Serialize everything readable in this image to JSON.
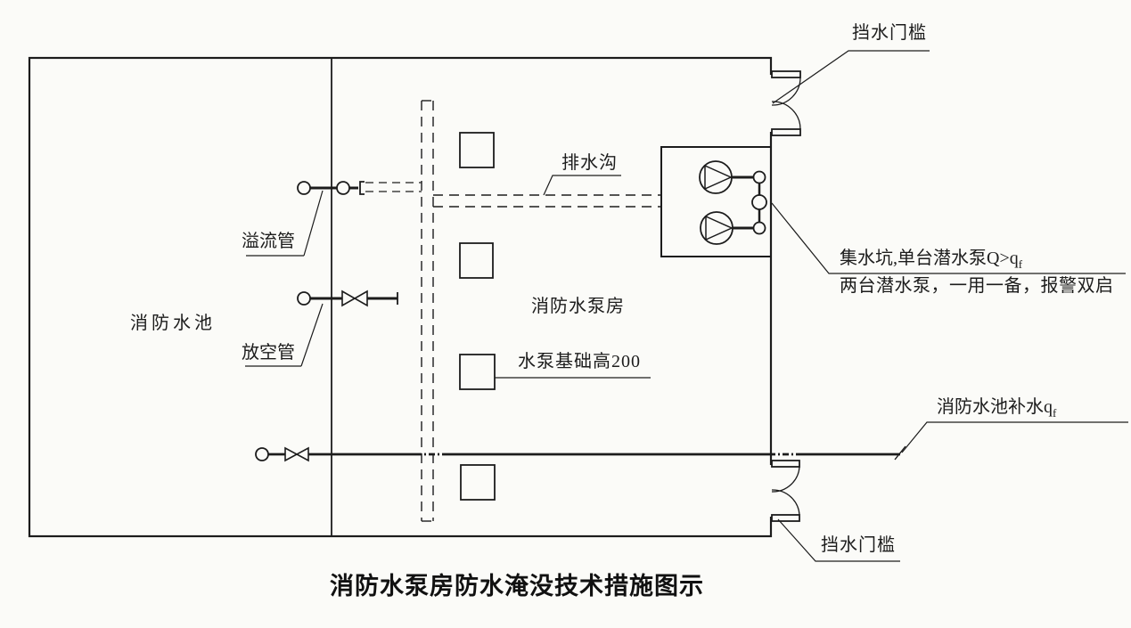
{
  "title": "消防水泵房防水淹没技术措施图示",
  "colors": {
    "line": "#1c1c1c",
    "paper": "#fbfbf8"
  },
  "areas": {
    "pool": "消防水池",
    "pump_room": "消防水泵房"
  },
  "annotations": {
    "threshold_top": "挡水门槛",
    "threshold_bottom": "挡水门槛",
    "drain_ditch": "排水沟",
    "overflow_pipe": "溢流管",
    "blow_off_pipe": "放空管",
    "pump_foundation": "水泵基础高200",
    "sump_line1_main": "集水坑,单台潜水泵Q>q",
    "sump_line1_sub": "f",
    "sump_line2": "两台潜水泵，一用一备，报警双启",
    "refill_main": "消防水池补水q",
    "refill_sub": "f"
  }
}
